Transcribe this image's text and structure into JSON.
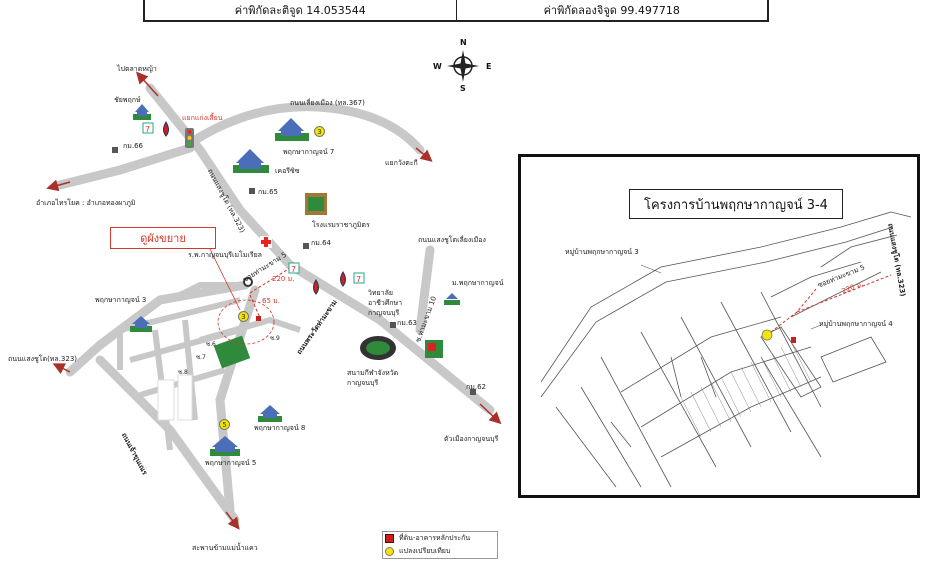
{
  "coords": {
    "lat_text": "ค่าพิกัดละติจูด 14.053544",
    "lon_text": "ค่าพิกัดลองจิจูด 99.497718"
  },
  "compass": {
    "n": "N",
    "s": "S",
    "e": "E",
    "w": "W"
  },
  "callout": "ดูผังขยาย",
  "labels": {
    "to_pak_phraek": "ไปตลาดหญ้า",
    "chuan_phuet": "ชัยพฤกษ์",
    "intersection": "แยกแก่งเสี้ยน",
    "road_367": "ถนนเลี่ยงเมือง (ทล.367)",
    "km66a": "กม.66",
    "km65": "กม.65",
    "to_tha_muang": "อำเภอไทรโยค : อำเภอทองผาภูมิ",
    "pk7": "พฤกษากาญจน์ 7",
    "kraseri": "เคอรีซิซ",
    "to_jaeng": "แยกวังตะกี",
    "road_saengchuto": "ถนนแสงชูโต (ทล.323)",
    "hotel": "โรงแรมราชาภูมิตร",
    "rp_kanchanaburi": "ร.พ.กาญจนบุรีเมโมเรียล",
    "km64": "กม.64",
    "soi5": "ซอยท่ามะขาม 5",
    "d220": "220 ม.",
    "d65": "65 ม.",
    "pk3": "พฤกษากาญจน์ 3",
    "road_saengchuto_bypass": "ถนนแสงชูโตเลี่ยงเมือง",
    "college": "วิทยาลัยอาชีวศึกษากาญจนบุรี",
    "pk_kanchan": "ม.พฤกษากาญจน์",
    "soi10": "ซ.ท่ามะขาม 10",
    "km63": "กม.63",
    "road_pakprak": "ถนนพระวัดท่ามะขาม",
    "stadium": "สนามกีฬาจังหวัดกาญจนบุรี",
    "road_323_left": "ถนนแสงชูโต(ทล.323)",
    "km62": "กม.62",
    "to_city": "ตัวเมืองกาญจนบุรี",
    "road_jaruek": "ถนนเจ้าขุนเณร",
    "pk8": "พฤกษากาญจน์ 8",
    "pk5": "พฤกษากาญจน์ 5",
    "to_bridge": "สะพานข้ามแม่น้ำแคว",
    "s6": "ซ.6",
    "s7": "ซ.7",
    "s8": "ซ.8",
    "s9": "ซ.9"
  },
  "tags": {
    "t3a": "3",
    "t3b": "3",
    "t5": "5"
  },
  "inset": {
    "title": "โครงการบ้านพฤกษากาญจน์ 3-4",
    "label_pk3": "หมู่บ้านพฤกษากาญจน์ 3",
    "label_pk4": "หมู่บ้านพฤกษากาญจน์ 4",
    "label_road": "ถนนแสงชูโต (ทล.323)",
    "label_soi": "ซอยท่ามะขาม 5",
    "label_d220": "220 ม."
  },
  "legend": {
    "item1": "ที่ดิน-อาคารหลักประกัน",
    "item2": "แปลงเปรียบเทียบ"
  },
  "colors": {
    "road": "#c8c8c8",
    "arrow": "#a8322a",
    "accent_red": "#d23a2a",
    "parcel_green": "#2f8a3c",
    "tag_yellow": "#f2e600"
  }
}
